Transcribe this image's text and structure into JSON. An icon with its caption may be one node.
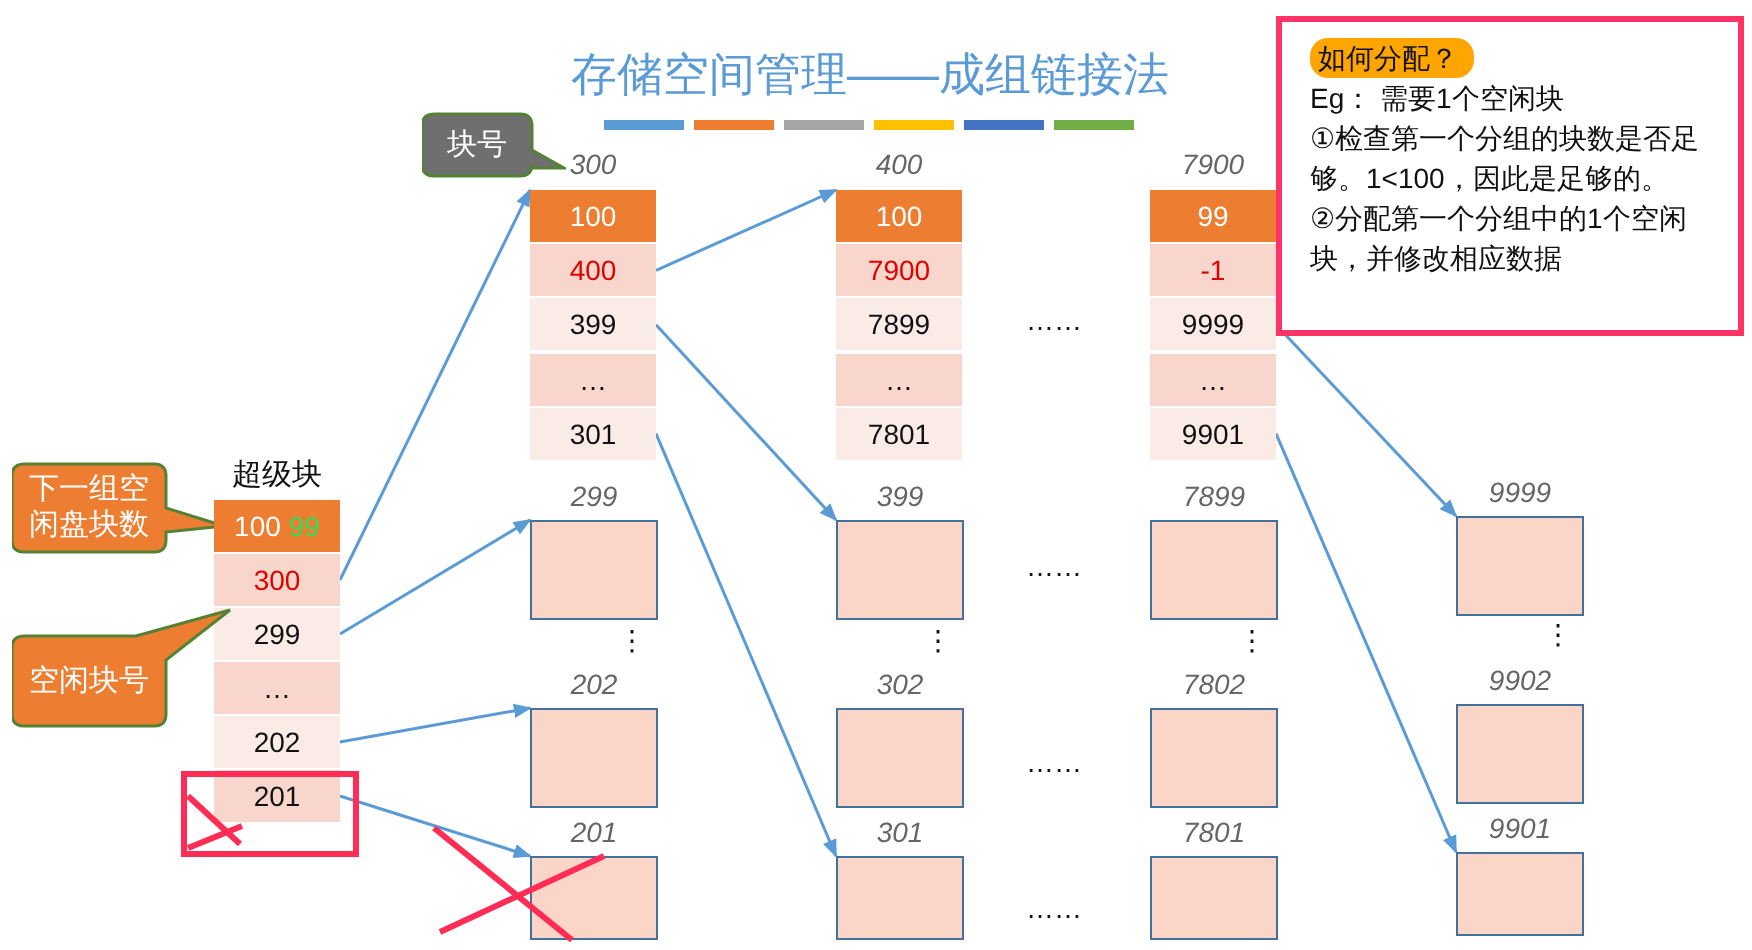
{
  "diagram": {
    "title": "存储空间管理——成组链接法",
    "nodes": [
      {
        "text": [
          "块号"
        ]
      },
      {
        "text": [
          "300"
        ]
      },
      {
        "text": [
          "100"
        ],
        "in": 1
      },
      {
        "text": [
          "400"
        ],
        "in": 1
      },
      {
        "text": [
          "399"
        ],
        "in": 1
      },
      {
        "text": [
          "…"
        ],
        "in": 1
      },
      {
        "text": [
          "301"
        ],
        "in": 1
      },
      {
        "text": [
          "400"
        ]
      },
      {
        "text": [
          "100"
        ],
        "in": 7
      },
      {
        "text": [
          "7900"
        ],
        "in": 7
      },
      {
        "text": [
          "7899"
        ],
        "in": 7
      },
      {
        "text": [
          "…"
        ],
        "in": 7
      },
      {
        "text": [
          "7801"
        ],
        "in": 7
      },
      {
        "text": [
          "7900"
        ]
      },
      {
        "text": [
          "99"
        ],
        "in": 13
      },
      {
        "text": [
          "-1"
        ],
        "in": 13
      },
      {
        "text": [
          "9999"
        ],
        "in": 13
      },
      {
        "text": [
          "…"
        ],
        "in": 13
      },
      {
        "text": [
          "9901"
        ],
        "in": 13
      },
      {
        "text": [
          "如何分配？",
          "Eg： 需要1个空闲块",
          "①检查第一个分组的块数是否足够。1<100，因此是足够的。",
          "②分配第一个分组中的1个空闲块，并修改相应数据"
        ]
      },
      {
        "text": [
          "下一组空闲盘块数"
        ]
      },
      {
        "text": [
          "超级块"
        ]
      },
      {
        "text": [
          "100",
          "99"
        ],
        "in": 21
      },
      {
        "text": [
          "300"
        ],
        "in": 21
      },
      {
        "text": [
          "299"
        ],
        "in": 21
      },
      {
        "text": [
          "…"
        ],
        "in": 21
      },
      {
        "text": [
          "202"
        ],
        "in": 21
      },
      {
        "text": [
          "201"
        ],
        "in": 21
      },
      {
        "text": [
          "空闲块号"
        ]
      },
      {
        "text": [
          "299"
        ]
      },
      {
        "text": [
          "399"
        ]
      },
      {
        "text": [
          "7899"
        ]
      },
      {
        "text": [
          "9999"
        ]
      },
      {
        "text": [
          "202"
        ]
      },
      {
        "text": [
          "302"
        ]
      },
      {
        "text": [
          "7802"
        ]
      },
      {
        "text": [
          "9902"
        ]
      },
      {
        "text": [
          "201"
        ]
      },
      {
        "text": [
          "301"
        ]
      },
      {
        "text": [
          "7801"
        ]
      },
      {
        "text": [
          "9901"
        ]
      }
    ],
    "edges": [
      {
        "from": 23,
        "to": 1,
        "arrow": "to"
      },
      {
        "from": 24,
        "to": 29,
        "arrow": "to"
      },
      {
        "from": 26,
        "to": 33,
        "arrow": "to"
      },
      {
        "from": 27,
        "to": 37,
        "arrow": "to"
      },
      {
        "from": 3,
        "to": 7,
        "arrow": "to"
      },
      {
        "from": 4,
        "to": 30,
        "arrow": "to"
      },
      {
        "from": 6,
        "to": 38,
        "arrow": "to"
      },
      {
        "from": 16,
        "to": 32,
        "arrow": "to"
      },
      {
        "from": 18,
        "to": 40,
        "arrow": "to"
      }
    ],
    "labels": [
      "……",
      "……",
      "⋮",
      "⋮",
      "⋮",
      "⋮",
      "……",
      "……"
    ]
  }
}
